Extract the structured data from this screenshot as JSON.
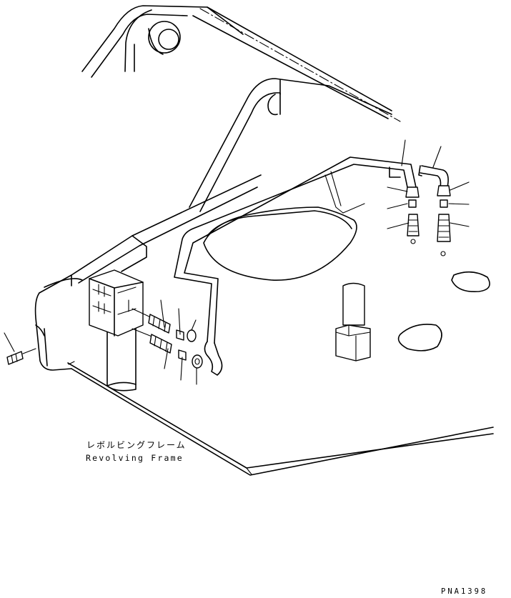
{
  "labels": {
    "japanese": "レボルビングフレーム",
    "english": "Revolving Frame"
  },
  "drawing_code": "PNA1398"
}
